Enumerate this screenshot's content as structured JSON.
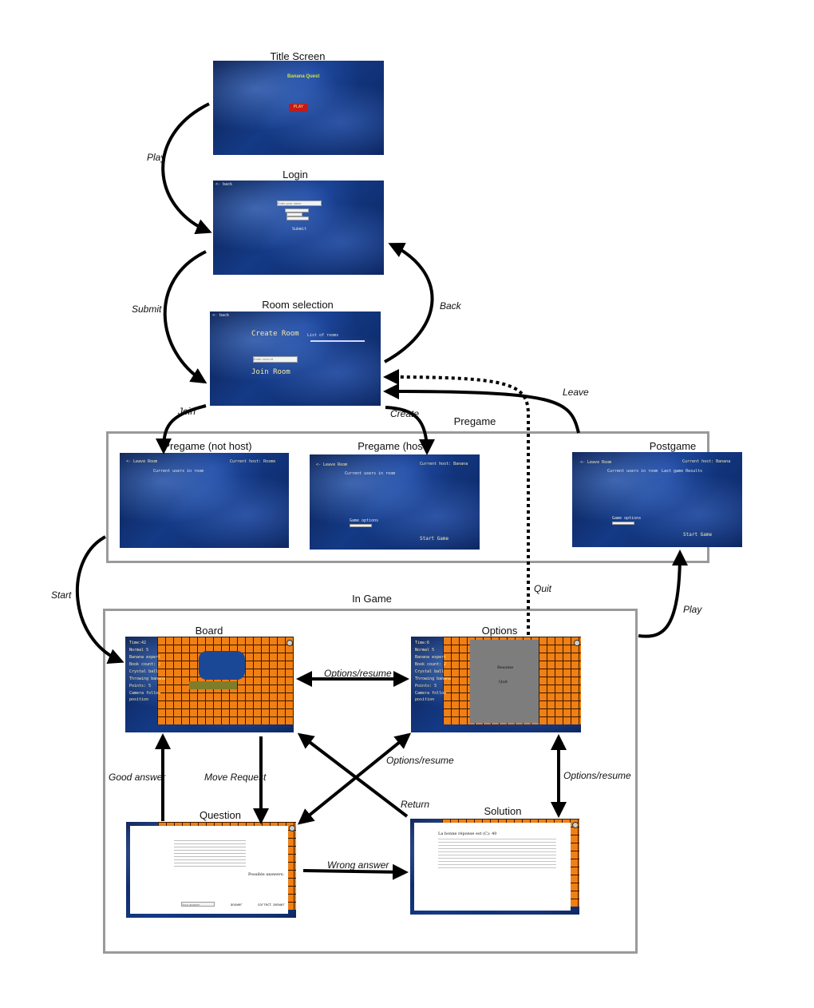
{
  "groups": {
    "pregame": "Pregame",
    "in_game": "In Game"
  },
  "screens": {
    "title": {
      "label": "Title Screen",
      "play_button": "PLAY",
      "logo": "Banana Quest"
    },
    "login": {
      "label": "Login",
      "back": "<- back",
      "name_placeholder": "Enter your name",
      "submit": "Submit"
    },
    "room_selection": {
      "label": "Room selection",
      "back": "<- back",
      "create_room": "Create Room",
      "list_of_rooms": "List of rooms",
      "room_id_placeholder": "Enter room id",
      "join_room": "Join Room"
    },
    "pregame_not_host": {
      "label": "Pregame (not host)",
      "leave_room": "<- Leave Room",
      "current_host": "Current host: Rosme",
      "current_users": "Current users in room"
    },
    "pregame_host": {
      "label": "Pregame (host)",
      "leave_room": "<- Leave Room",
      "current_host": "Current host: Banana",
      "current_users": "Current users in room",
      "game_options": "Game options",
      "start_game": "Start Game"
    },
    "postgame": {
      "label": "Postgame",
      "leave_room": "<- Leave Room",
      "current_host": "Current host: Banana",
      "current_users": "Current users in room",
      "last_game_results": "Last game Results",
      "game_options": "Game options",
      "start_game": "Start Game"
    },
    "board": {
      "label": "Board",
      "time": "Time:42",
      "normal": "Normal  5",
      "banana_expert": "Banana expert",
      "book_count": "Book count: 2",
      "crystal_ball": "Crystal ball",
      "throwing_banana": "Throwing banana",
      "points": "Points:  5",
      "camera_follow": "Camera follow",
      "position": "position"
    },
    "options": {
      "label": "Options",
      "time": "Time:6",
      "normal": "Normal  5",
      "banana_expert": "Banana expert",
      "book_count": "Book count: 2",
      "crystal_ball": "Crystal ball",
      "throwing_banana": "Throwing banana",
      "points": "Points:  5",
      "camera_follow": "Camera follow",
      "position": "position",
      "resume": "Resume",
      "quit": "Quit"
    },
    "question": {
      "label": "Question",
      "possible_answers": "Possible answers:",
      "your_answer": "Your answer",
      "answer": "answer",
      "correct_answer": "correct answer"
    },
    "solution": {
      "label": "Solution",
      "headline": "La bonne réponse est (C): 40"
    }
  },
  "edges": {
    "play": "Play",
    "submit": "Submit",
    "back": "Back",
    "join": "Join",
    "create": "Create",
    "leave": "Leave",
    "quit": "Quit",
    "start": "Start",
    "play2": "Play",
    "options_resume_top": "Options/resume",
    "options_resume_cross": "Options/resume",
    "options_resume_right": "Options/resume",
    "good_answer": "Good answer",
    "move_request": "Move Request",
    "return": "Return",
    "wrong_answer": "Wrong answer"
  }
}
